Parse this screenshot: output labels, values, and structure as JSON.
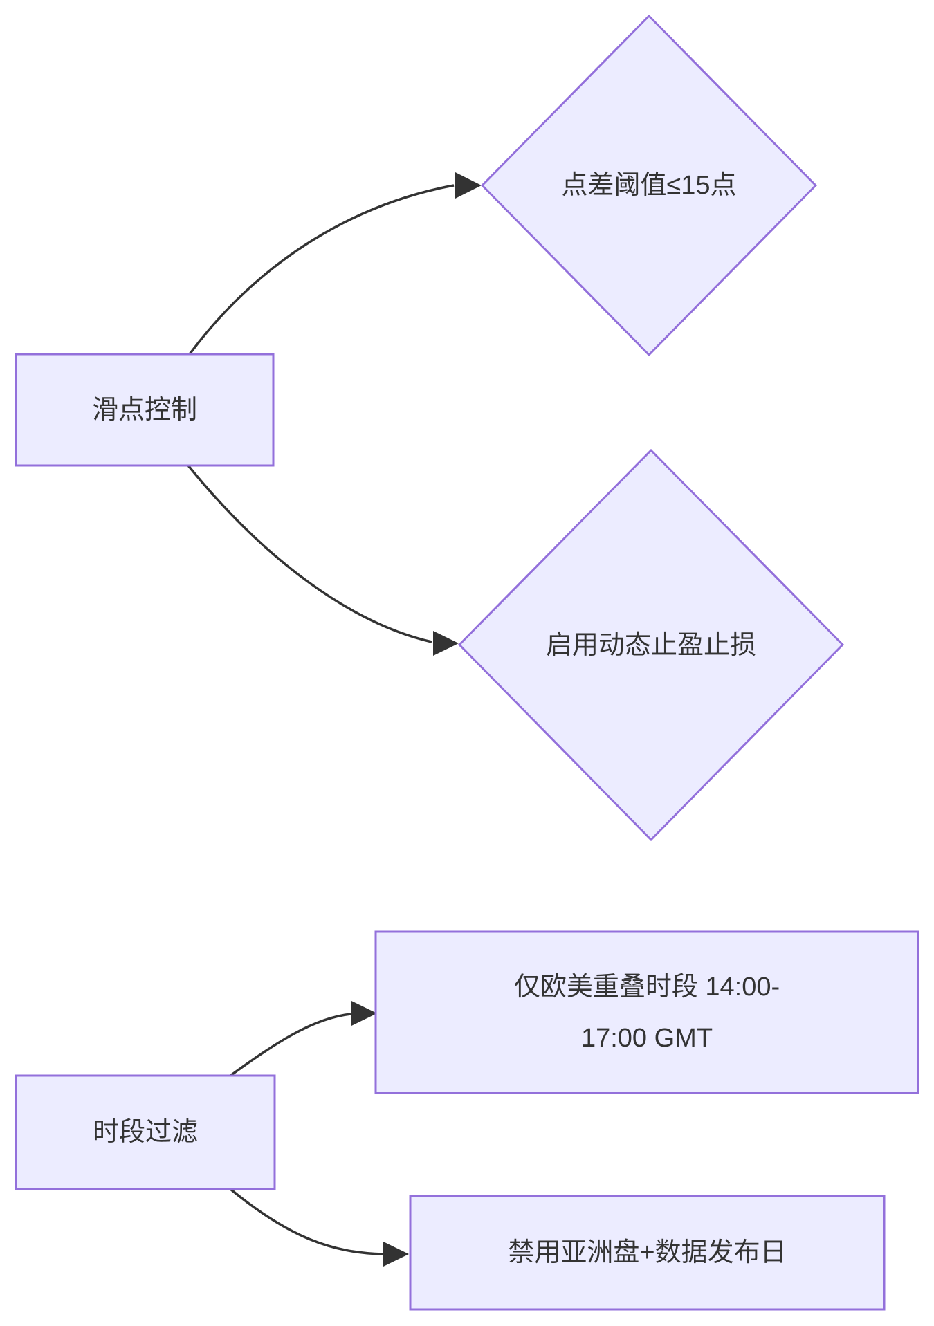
{
  "diagram": {
    "type": "flowchart",
    "direction": "left-to-right",
    "colors": {
      "background": "#ffffff",
      "node_fill": "#ECECFF",
      "node_border": "#9370DB",
      "edge": "#333333",
      "text": "#333333"
    },
    "nodes": {
      "slippage": {
        "label": "滑点控制",
        "shape": "rect"
      },
      "spread": {
        "label": "点差阈值≤15点",
        "shape": "diamond"
      },
      "dynamic_sltp": {
        "label": "启用动态止盈止损",
        "shape": "diamond"
      },
      "session": {
        "label": "时段过滤",
        "shape": "rect"
      },
      "overlap": {
        "label_line1": "仅欧美重叠时段 14:00-",
        "label_line2": "17:00 GMT",
        "shape": "rect"
      },
      "disable_asian": {
        "label": "禁用亚洲盘+数据发布日",
        "shape": "rect"
      }
    },
    "edges": [
      {
        "from": "滑点控制",
        "to": "点差阈值≤15点"
      },
      {
        "from": "滑点控制",
        "to": "启用动态止盈止损"
      },
      {
        "from": "时段过滤",
        "to": "仅欧美重叠时段 14:00-17:00 GMT"
      },
      {
        "from": "时段过滤",
        "to": "禁用亚洲盘+数据发布日"
      }
    ]
  }
}
